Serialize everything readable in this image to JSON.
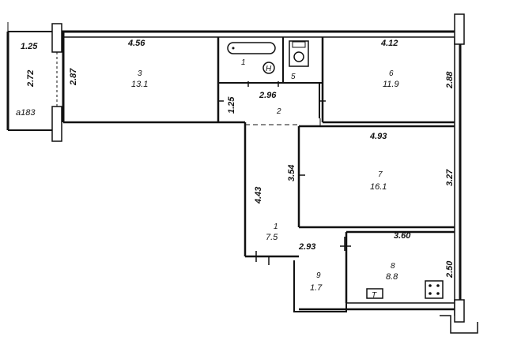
{
  "plan": {
    "balcony": {
      "width": "1.25",
      "length": "2.72",
      "area": "a183"
    },
    "rooms": [
      {
        "id": "3",
        "area": "13.1",
        "dims": [
          "4.56",
          "2.87"
        ]
      },
      {
        "id": "1",
        "label": "bathroom"
      },
      {
        "id": "5",
        "label": "toilet"
      },
      {
        "id": "2",
        "dims": [
          "2.96",
          "1.25"
        ]
      },
      {
        "id": "6",
        "area": "11.9",
        "dims": [
          "4.12",
          "2.88"
        ]
      },
      {
        "id": "7",
        "area": "16.1",
        "dims": [
          "4.93",
          "3.54",
          "3.27"
        ]
      },
      {
        "id": "1",
        "area": "7.5",
        "dims": [
          "4.43"
        ]
      },
      {
        "id": "9",
        "area": "1.7",
        "dims": [
          "2.93"
        ]
      },
      {
        "id": "8",
        "area": "8.8",
        "dims": [
          "3.60",
          "2.50"
        ]
      }
    ],
    "bathroom_symbol": "H",
    "stove_symbol": "T"
  }
}
